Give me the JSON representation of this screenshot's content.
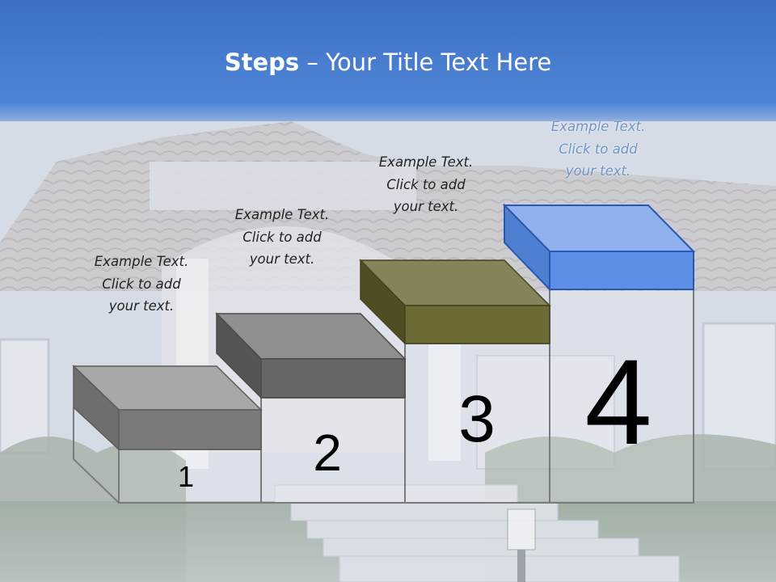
{
  "title": {
    "bold": "Steps",
    "rest": " – Your Title Text Here"
  },
  "steps": [
    {
      "number": "1",
      "lines": [
        "Example Text.",
        "Click  to add",
        "your text."
      ]
    },
    {
      "number": "2",
      "lines": [
        "Example Text.",
        "Click  to add",
        "your text."
      ]
    },
    {
      "number": "3",
      "lines": [
        "Example Text.",
        "Click  to add",
        "your text."
      ]
    },
    {
      "number": "4",
      "lines": [
        "Example Text.",
        "Click  to add",
        "your text."
      ]
    }
  ],
  "colors": {
    "header_blue": "#3f74c9",
    "step1_block": "#7a7a7a",
    "step2_block": "#666666",
    "step3_block": "#6c6a35",
    "step4_block": "#5d8fe6",
    "outline": "#7b7b7b"
  }
}
